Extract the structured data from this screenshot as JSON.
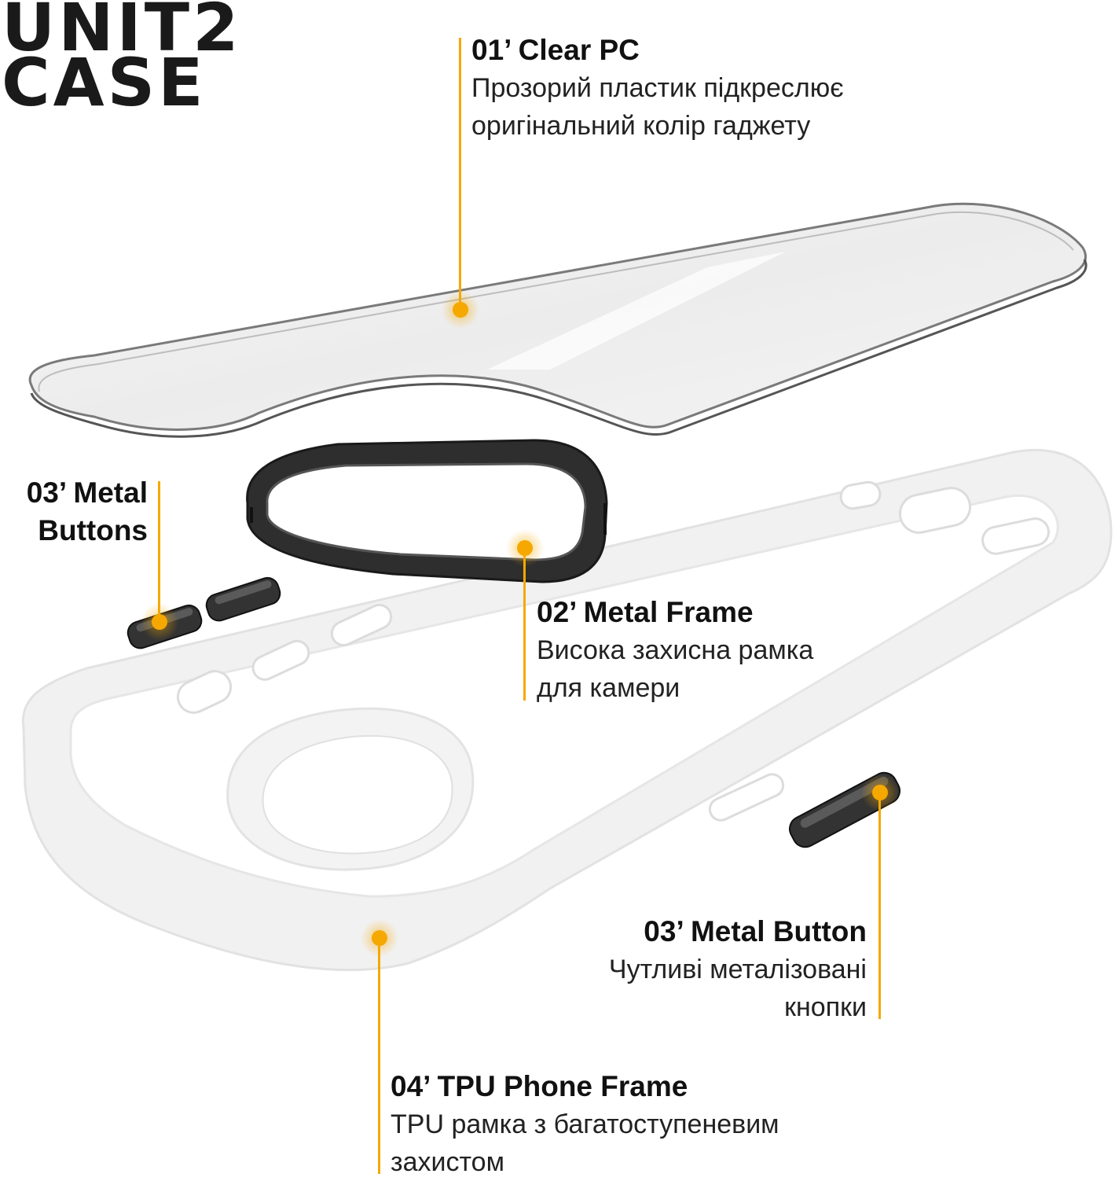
{
  "brand": {
    "line1": "UNIT2",
    "line2": "CASE"
  },
  "colors": {
    "accent": "#f5a800",
    "ink": "#111111",
    "frame": "#f2f2f2",
    "metal": "#2a2a2a"
  },
  "callouts": {
    "clear_pc": {
      "title": "01’ Clear PC",
      "desc_line1": "Прозорий пластик підкреслює",
      "desc_line2": "оригінальний колір гаджету"
    },
    "metal_frame": {
      "title": "02’ Metal Frame",
      "desc_line1": "Висока захисна рамка",
      "desc_line2": "для камери"
    },
    "metal_buttons": {
      "title_line1": "03’ Metal",
      "title_line2": "Buttons"
    },
    "metal_button": {
      "title": "03’ Metal Button",
      "desc_line1": "Чутливі металізовані",
      "desc_line2": "кнопки"
    },
    "tpu_frame": {
      "title": "04’ TPU Phone Frame",
      "desc_line1": "TPU рамка з багатоступеневим",
      "desc_line2": "захистом"
    }
  }
}
